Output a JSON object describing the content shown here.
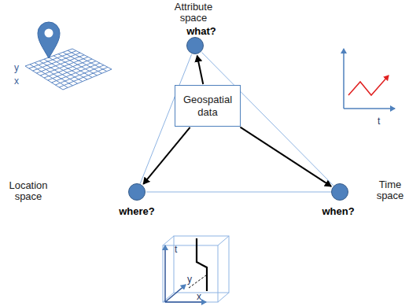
{
  "diagram": {
    "nodes": [
      {
        "text": [
          "Geospatial data"
        ]
      },
      {
        "text": [
          "Attribute space",
          "what?"
        ]
      },
      {
        "text": [
          "Location space",
          "where?"
        ]
      },
      {
        "text": [
          "Time space",
          "when?"
        ]
      }
    ],
    "edges": [
      {
        "from": 0,
        "to": 1,
        "arrow": "to"
      },
      {
        "from": 0,
        "to": 2,
        "arrow": "to"
      },
      {
        "from": 0,
        "to": 3,
        "arrow": "to"
      },
      {
        "from": 1,
        "to": 2,
        "arrow": "none"
      },
      {
        "from": 1,
        "to": 3,
        "arrow": "none"
      },
      {
        "from": 2,
        "to": 3,
        "arrow": "none"
      }
    ],
    "labels": [
      "y",
      "x",
      "t",
      "t",
      "y",
      "x"
    ]
  }
}
